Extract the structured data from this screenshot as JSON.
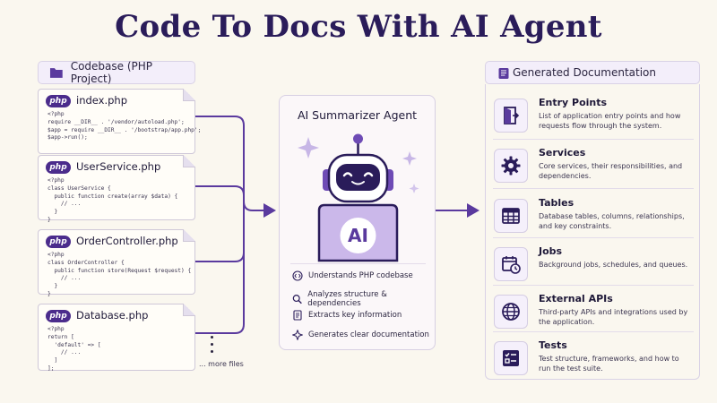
{
  "title": "Code To Docs With AI Agent",
  "codebase": {
    "header": "Codebase (PHP Project)",
    "files": [
      {
        "badge": "php",
        "name": "index.php",
        "code": "<?php\nrequire __DIR__ . '/vendor/autoload.php';\n$app = require __DIR__ . '/bootstrap/app.php';\n$app->run();"
      },
      {
        "badge": "php",
        "name": "UserService.php",
        "code": "<?php\nclass UserService {\n  public function create(array $data) {\n    // ...\n  }\n}"
      },
      {
        "badge": "php",
        "name": "OrderController.php",
        "code": "<?php\nclass OrderController {\n  public function store(Request $request) {\n    // ...\n  }\n}"
      },
      {
        "badge": "php",
        "name": "Database.php",
        "code": "<?php\nreturn [\n  'default' => [\n    // ...\n  ]\n];"
      }
    ],
    "more": "... more files"
  },
  "agent": {
    "title": "AI Summarizer Agent",
    "ai_label": "AI",
    "features": [
      {
        "icon": "code-icon",
        "label": "Understands PHP codebase"
      },
      {
        "icon": "magnifier-icon",
        "label": "Analyzes structure & dependencies"
      },
      {
        "icon": "document-icon",
        "label": "Extracts key information"
      },
      {
        "icon": "sparkle-icon",
        "label": "Generates clear documentation"
      }
    ]
  },
  "docs": {
    "header": "Generated Documentation",
    "items": [
      {
        "icon": "door-icon",
        "title": "Entry Points",
        "desc": "List of application entry points and how requests flow through the system."
      },
      {
        "icon": "gear-icon",
        "title": "Services",
        "desc": "Core services, their responsibilities, and dependencies."
      },
      {
        "icon": "table-icon",
        "title": "Tables",
        "desc": "Database tables, columns, relationships, and key constraints."
      },
      {
        "icon": "calendar-clock-icon",
        "title": "Jobs",
        "desc": "Background jobs, schedules, and queues."
      },
      {
        "icon": "globe-icon",
        "title": "External APIs",
        "desc": "Third-party APIs and integrations used by the application."
      },
      {
        "icon": "checklist-icon",
        "title": "Tests",
        "desc": "Test structure, frameworks, and how to run the test suite."
      }
    ]
  },
  "colors": {
    "accent": "#5a3a9e",
    "dark": "#2a1c5a",
    "bg": "#faf7ef"
  }
}
